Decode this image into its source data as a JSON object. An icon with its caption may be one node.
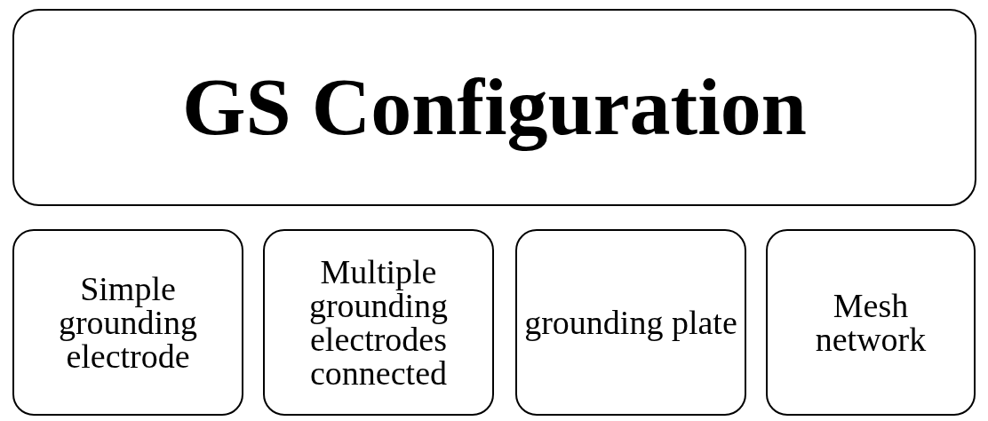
{
  "diagram": {
    "nodes": [
      {
        "text": [
          "GS Configuration"
        ]
      },
      {
        "text": [
          "Simple grounding electrode"
        ]
      },
      {
        "text": [
          "Multiple grounding electrodes connected"
        ]
      },
      {
        "text": [
          "grounding plate"
        ]
      },
      {
        "text": [
          "Mesh network"
        ]
      }
    ]
  }
}
